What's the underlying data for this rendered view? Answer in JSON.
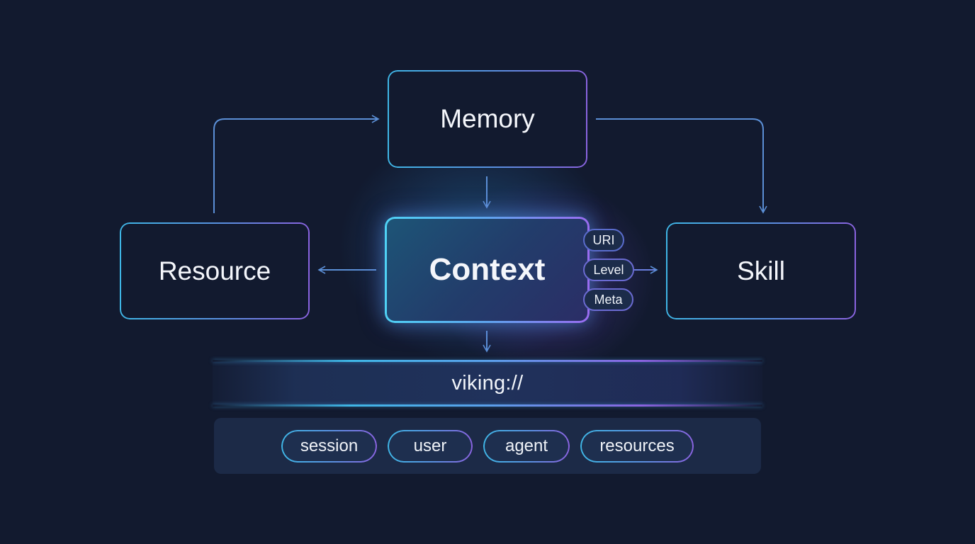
{
  "diagram": {
    "nodes": {
      "memory": "Memory",
      "context": "Context",
      "resource": "Resource",
      "skill": "Skill"
    },
    "context_attributes": [
      "URI",
      "Level",
      "Meta"
    ],
    "uri_scheme": "viking://",
    "scopes": [
      "session",
      "user",
      "agent",
      "resources"
    ],
    "edges": [
      {
        "from": "Resource",
        "to": "Memory"
      },
      {
        "from": "Memory",
        "to": "Skill"
      },
      {
        "from": "Memory",
        "to": "Context"
      },
      {
        "from": "Context",
        "to": "Resource"
      },
      {
        "from": "Context",
        "to": "Skill"
      },
      {
        "from": "Context",
        "to": "viking://"
      }
    ],
    "colors": {
      "background": "#121a2f",
      "accent_cyan": "#3fb6e6",
      "accent_purple": "#8a63e0",
      "arrow": "#5b8fd6",
      "panel": "#1c2a47"
    }
  }
}
